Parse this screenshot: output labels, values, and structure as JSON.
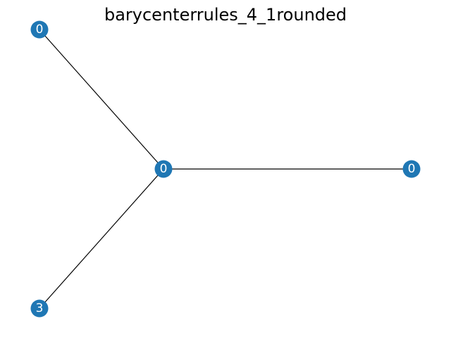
{
  "title": "barycenterrules_4_1rounded",
  "node_color": "#1f77b4",
  "edge_color": "#000000",
  "label_color": "#ffffff",
  "graph": {
    "nodes": [
      {
        "id": "center",
        "label": "0"
      },
      {
        "id": "top_left",
        "label": "0"
      },
      {
        "id": "right",
        "label": "0"
      },
      {
        "id": "bottom_left",
        "label": "3"
      }
    ],
    "edges": [
      {
        "source": "center",
        "target": "top_left"
      },
      {
        "source": "center",
        "target": "right"
      },
      {
        "source": "center",
        "target": "bottom_left"
      }
    ]
  }
}
